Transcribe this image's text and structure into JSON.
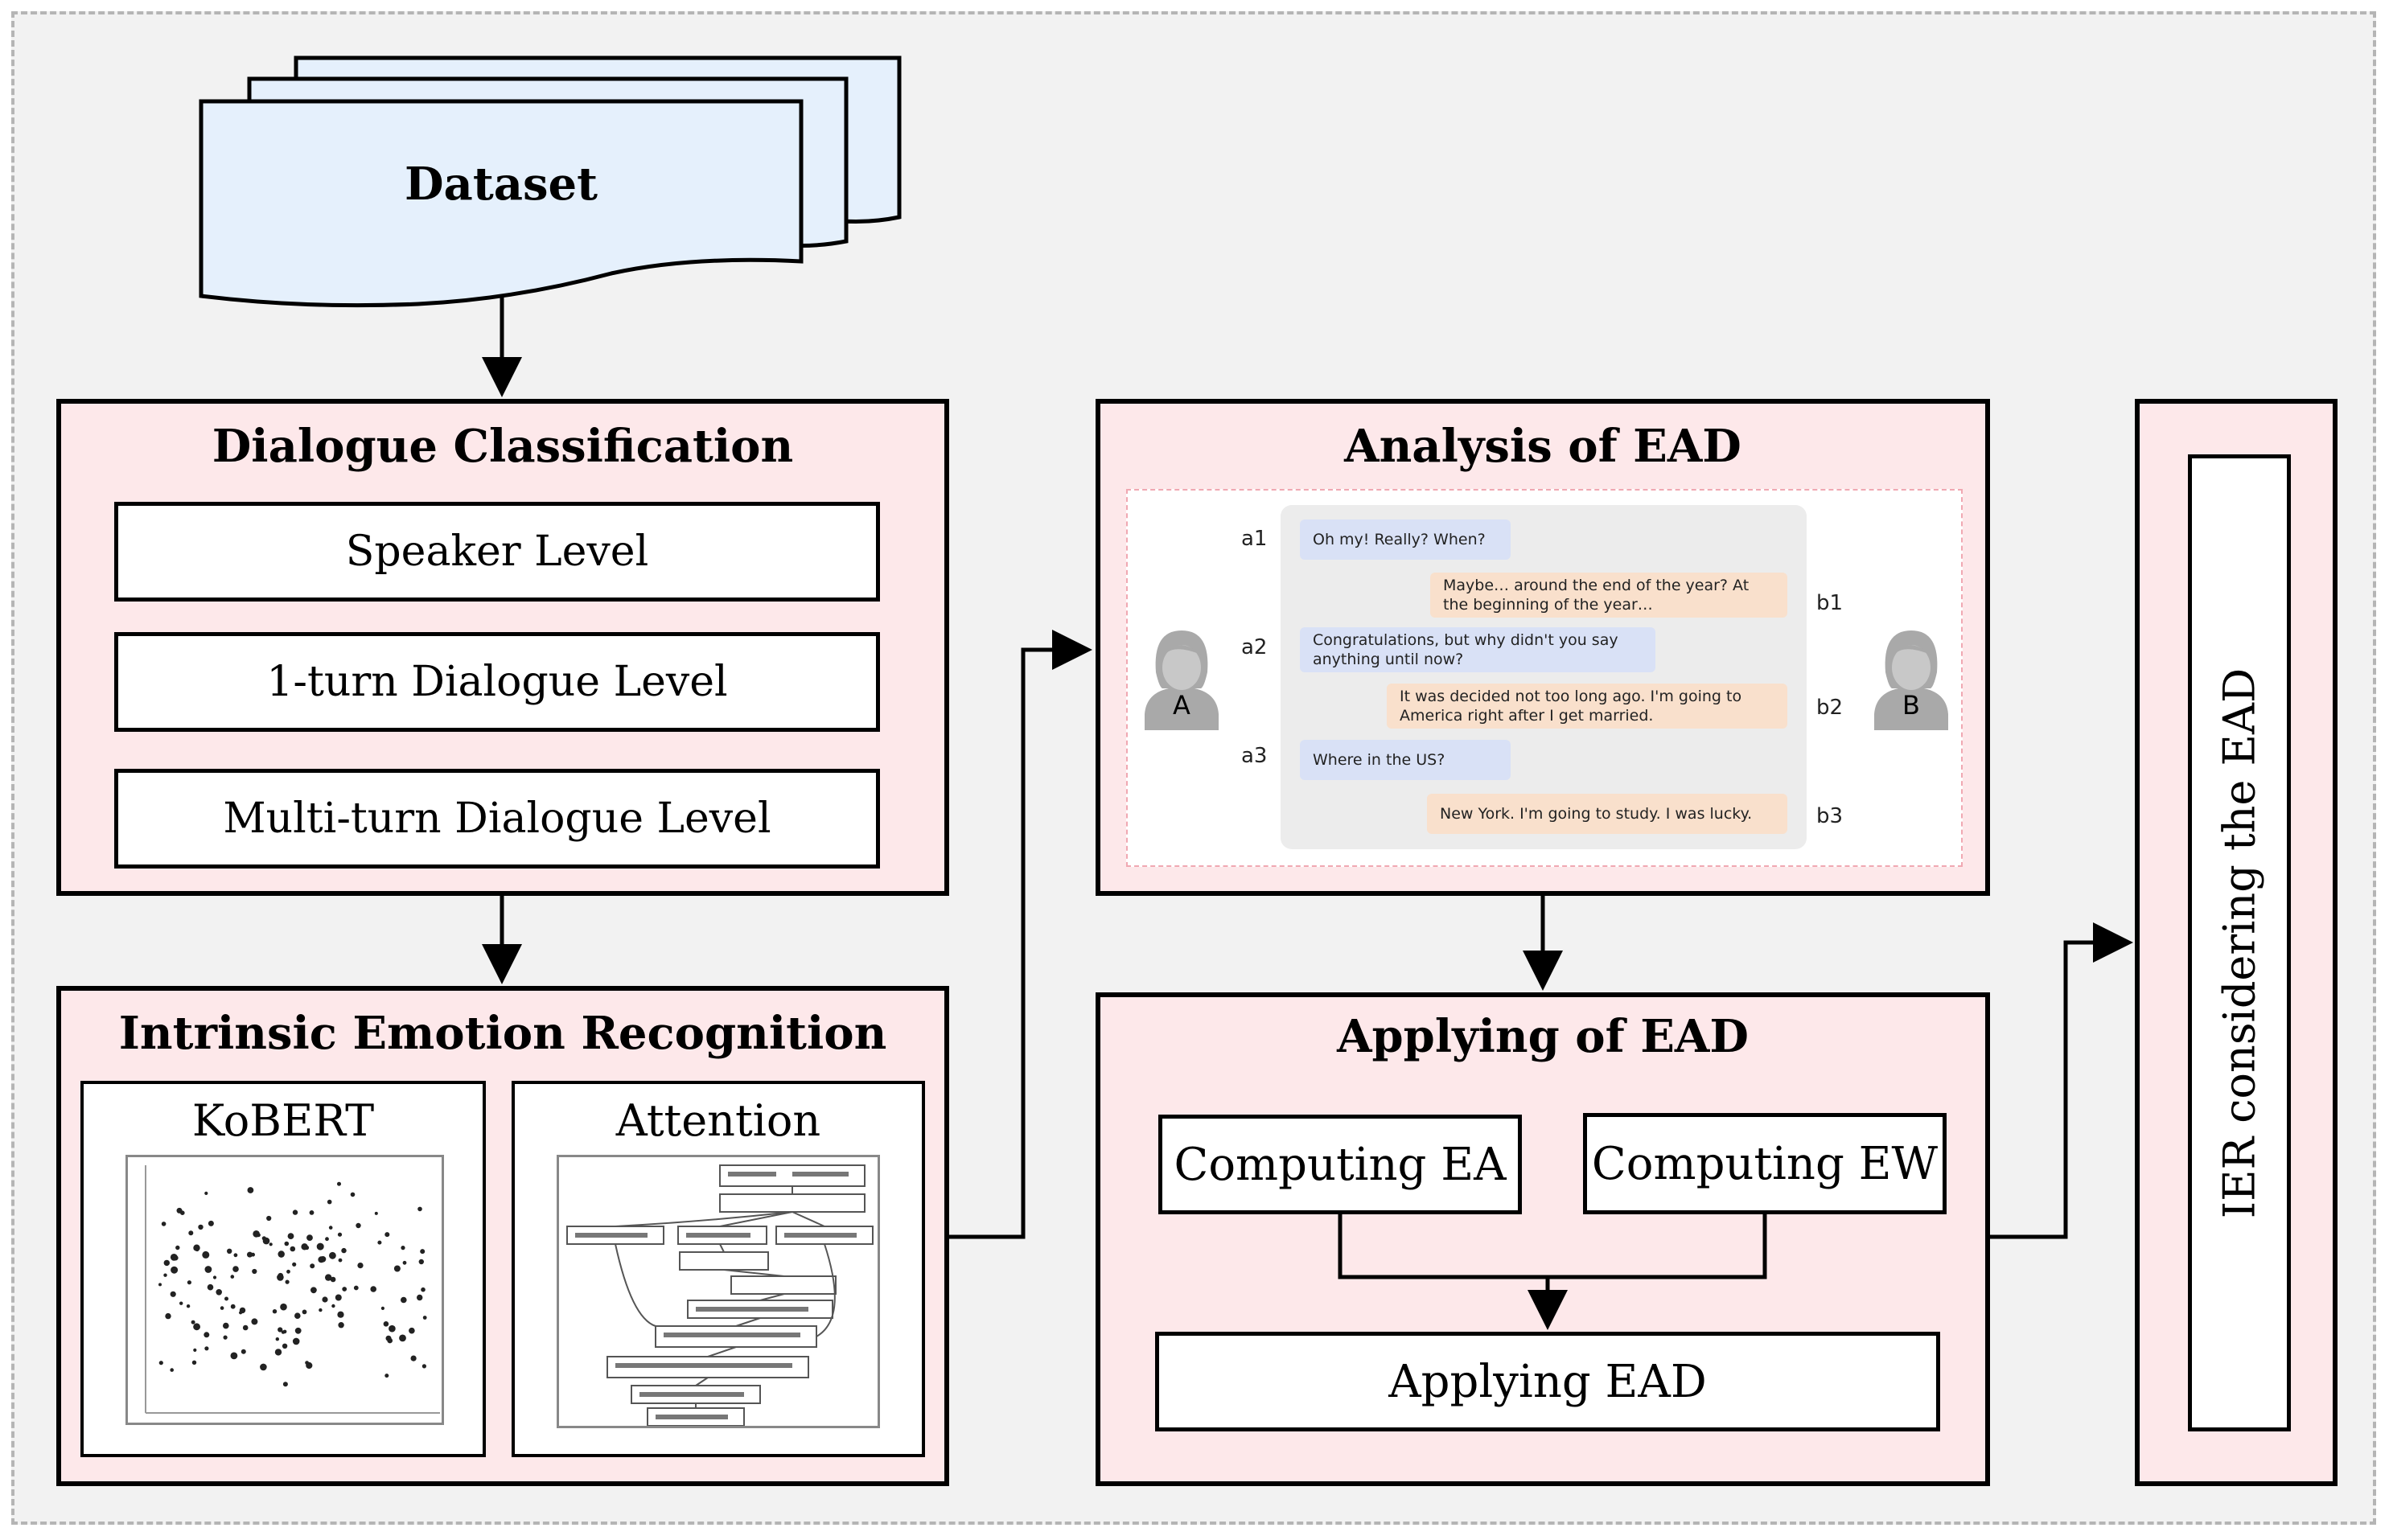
{
  "dataset": {
    "label": "Dataset"
  },
  "dialogue_classification": {
    "title": "Dialogue Classification",
    "levels": [
      "Speaker Level",
      "1-turn Dialogue Level",
      "Multi-turn Dialogue Level"
    ]
  },
  "intrinsic_emotion_recognition": {
    "title": "Intrinsic Emotion Recognition",
    "kobert": "KoBERT",
    "attention": "Attention"
  },
  "analysis_of_ead": {
    "title": "Analysis of EAD",
    "speaker_a": "A",
    "speaker_b": "B",
    "turns": [
      {
        "id": "a1",
        "speaker": "A",
        "text": "Oh my! Really? When?"
      },
      {
        "id": "b1",
        "speaker": "B",
        "text": "Maybe… around the end of the year? At the beginning of the year…"
      },
      {
        "id": "a2",
        "speaker": "A",
        "text": "Congratulations, but why didn't you say anything until now?"
      },
      {
        "id": "b2",
        "speaker": "B",
        "text": "It was decided not too long ago. I'm going to America right after I get married."
      },
      {
        "id": "a3",
        "speaker": "A",
        "text": "Where in the US?"
      },
      {
        "id": "b3",
        "speaker": "B",
        "text": "New York. I'm going to study. I was lucky."
      }
    ]
  },
  "applying_of_ead": {
    "title": "Applying of EAD",
    "computing_ea": "Computing EA",
    "computing_ew": "Computing EW",
    "applying_ead": "Applying EAD"
  },
  "ier": {
    "label": "IER considering the EAD"
  },
  "colors": {
    "panel_fill": "#fde8ea",
    "dataset_fill": "#e5f0fc",
    "background": "#f2f2f2",
    "bubble_a": "#d9e1f6",
    "bubble_b": "#f9e0cc"
  }
}
